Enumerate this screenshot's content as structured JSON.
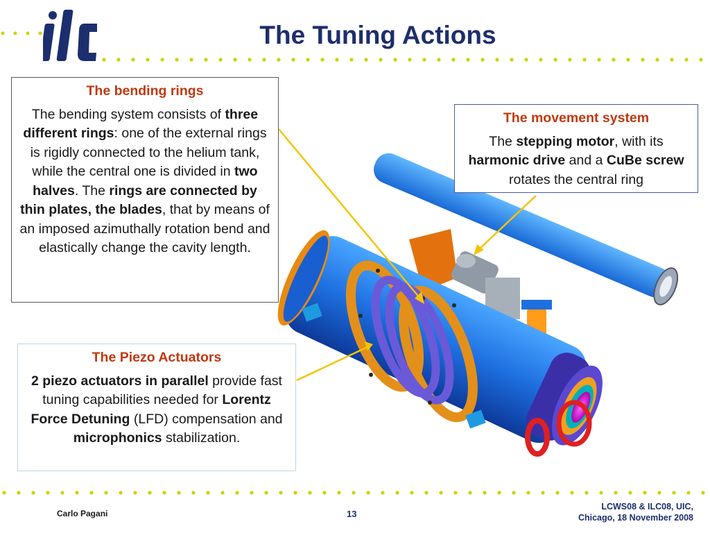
{
  "slide": {
    "title": "The Tuning Actions",
    "logo_text": "ilc",
    "colors": {
      "title": "#1d2e6e",
      "heading": "#c0390f",
      "dots": "#c9d400",
      "arrow": "#f5c400"
    }
  },
  "bending": {
    "heading": "The bending rings",
    "t1": "The bending system consists of ",
    "b1": "three different rings",
    "t2": ": one of the external rings is rigidly connected to the helium tank, while the central one is divided in ",
    "b2": "two halves",
    "t3": ". The ",
    "b3": "rings are connected by thin plates, the blades",
    "t4": ", that by means of an imposed azimuthally rotation bend and elastically change the cavity length."
  },
  "movement": {
    "heading": "The movement system",
    "t1": "The ",
    "b1": "stepping motor",
    "t2": ", with its ",
    "b2": "harmonic drive",
    "t3": " and a ",
    "b3": "CuBe screw",
    "t4": "  rotates the central ring"
  },
  "piezo": {
    "heading": "The Piezo Actuators",
    "b1": "2 piezo actuators in parallel",
    "t1": " provide fast tuning capabilities needed for ",
    "b2": "Lorentz Force Detuning",
    "t2": " (LFD) compensation and ",
    "b3": "microphonics",
    "t3": " stabilization."
  },
  "footer": {
    "author": "Carlo Pagani",
    "page": "13",
    "event_line1": "LCWS08 & ILC08, UIC,",
    "event_line2": "Chicago, 18 November 2008"
  }
}
